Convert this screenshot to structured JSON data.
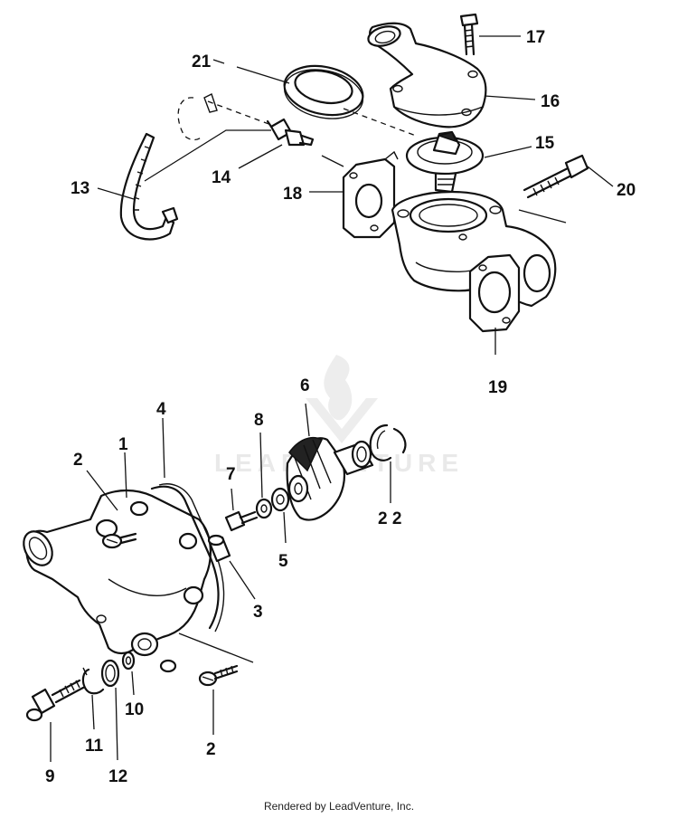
{
  "diagram": {
    "callouts": {
      "c1": "1",
      "c2a": "2",
      "c2b": "2",
      "c3": "3",
      "c4": "4",
      "c5": "5",
      "c6": "6",
      "c7": "7",
      "c8": "8",
      "c9": "9",
      "c10": "10",
      "c11": "11",
      "c12": "12",
      "c13": "13",
      "c14": "14",
      "c15": "15",
      "c16": "16",
      "c17": "17",
      "c18": "18",
      "c19": "19",
      "c20": "20",
      "c21": "21",
      "c22": "2 2"
    }
  },
  "watermark": {
    "brand": "LEADVENTURE"
  },
  "footer": {
    "credit": "Rendered by LeadVenture, Inc."
  }
}
